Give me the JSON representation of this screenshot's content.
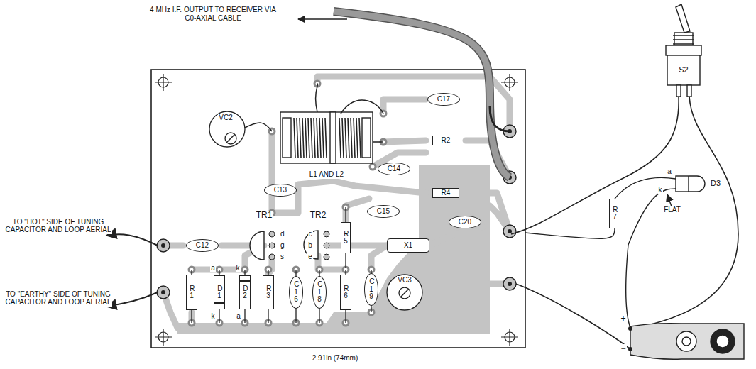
{
  "diagram": {
    "nodes": [
      {
        "text": [
          "C17"
        ]
      },
      {
        "text": [
          "R2"
        ]
      },
      {
        "text": [
          "C14"
        ]
      },
      {
        "text": [
          "C13"
        ]
      },
      {
        "text": [
          "R4"
        ]
      },
      {
        "text": [
          "C15"
        ]
      },
      {
        "text": [
          "C20"
        ]
      },
      {
        "text": [
          "C12"
        ]
      },
      {
        "text": [
          "R5"
        ]
      },
      {
        "text": [
          "X1"
        ]
      },
      {
        "text": [
          "R7"
        ]
      },
      {
        "text": [
          "R1"
        ]
      },
      {
        "text": [
          "D1"
        ]
      },
      {
        "text": [
          "D2"
        ]
      },
      {
        "text": [
          "R3"
        ]
      },
      {
        "text": [
          "C16"
        ]
      },
      {
        "text": [
          "C18"
        ]
      },
      {
        "text": [
          "R6"
        ]
      },
      {
        "text": [
          "C19"
        ]
      }
    ],
    "labels": [
      "4 MHz I.F. OUTPUT TO RECEIVER VIA C0-AXIAL CABLE",
      "TO \"HOT\" SIDE OF TUNING CAPACITOR AND LOOP AERIAL",
      "TO \"EARTHY\" SIDE OF TUNING CAPACITOR AND LOOP AERIAL",
      "VC2",
      "L1 AND L2",
      "TR1",
      "TR2",
      "d",
      "g",
      "s",
      "c",
      "b",
      "e",
      "a",
      "k",
      "k",
      "a",
      "VC3",
      "S2",
      "a",
      "k",
      "D3",
      "FLAT",
      "+",
      "−",
      "2.91in (74mm)"
    ]
  }
}
